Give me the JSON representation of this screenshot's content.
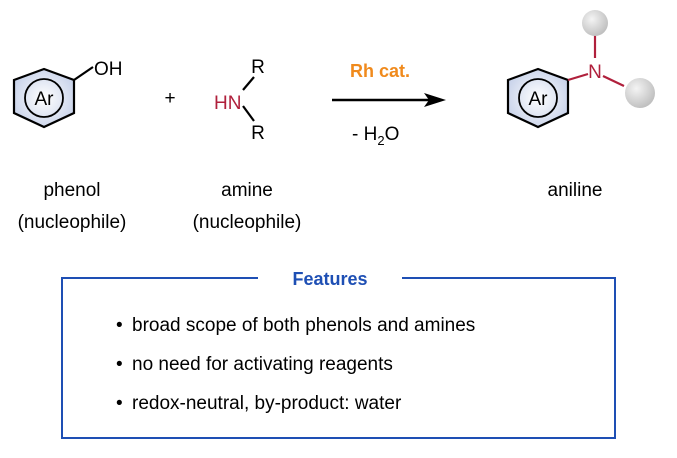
{
  "reaction": {
    "phenol": {
      "ring_label": "Ar",
      "substituent": "OH",
      "name": "phenol",
      "role": "(nucleophile)"
    },
    "plus": "+",
    "amine": {
      "r_top": "R",
      "nh": "HN",
      "r_bottom": "R",
      "name": "amine",
      "role": "(nucleophile)"
    },
    "arrow": {
      "catalyst": "Rh cat.",
      "byproduct_prefix": "- H",
      "byproduct_sub": "2",
      "byproduct_suffix": "O"
    },
    "product": {
      "ring_label": "Ar",
      "atom": "N",
      "name": "aniline"
    }
  },
  "features": {
    "title": "Features",
    "items": [
      "broad scope of both phenols and amines",
      "no need for activating reagents",
      "redox-neutral, by-product: water"
    ]
  },
  "colors": {
    "catalyst": "#F08A1C",
    "nitrogen": "#B0203C",
    "box": "#1E4FB4",
    "ring_fill": "#D4DCEE",
    "sphere": "#D3D3D3"
  }
}
